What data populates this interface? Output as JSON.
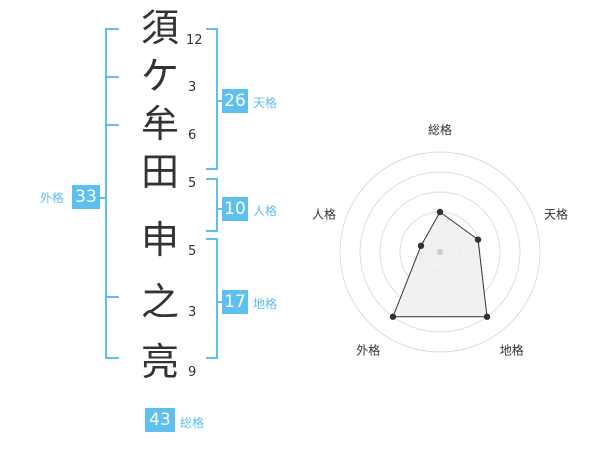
{
  "name_chars": [
    {
      "char": "須",
      "strokes": "12"
    },
    {
      "char": "ケ",
      "strokes": "3"
    },
    {
      "char": "牟",
      "strokes": "6"
    },
    {
      "char": "田",
      "strokes": "5"
    },
    {
      "char": "申",
      "strokes": "5"
    },
    {
      "char": "之",
      "strokes": "3"
    },
    {
      "char": "亮",
      "strokes": "9"
    }
  ],
  "fortunes": {
    "tenkaku": {
      "value": "26",
      "label": "天格"
    },
    "jinkaku": {
      "value": "10",
      "label": "人格"
    },
    "chikaku": {
      "value": "17",
      "label": "地格"
    },
    "gaikaku": {
      "value": "33",
      "label": "外格"
    },
    "soukaku": {
      "value": "43",
      "label": "総格"
    }
  },
  "chart_data": {
    "type": "radar",
    "axes": [
      "総格",
      "天格",
      "地格",
      "外格",
      "人格"
    ],
    "values": [
      2,
      2,
      4,
      4,
      1
    ],
    "max": 5,
    "colors": {
      "accent": "#5fbfef",
      "fill": "#eeeeee",
      "stroke": "#333333",
      "grid": "#dddddd"
    }
  }
}
